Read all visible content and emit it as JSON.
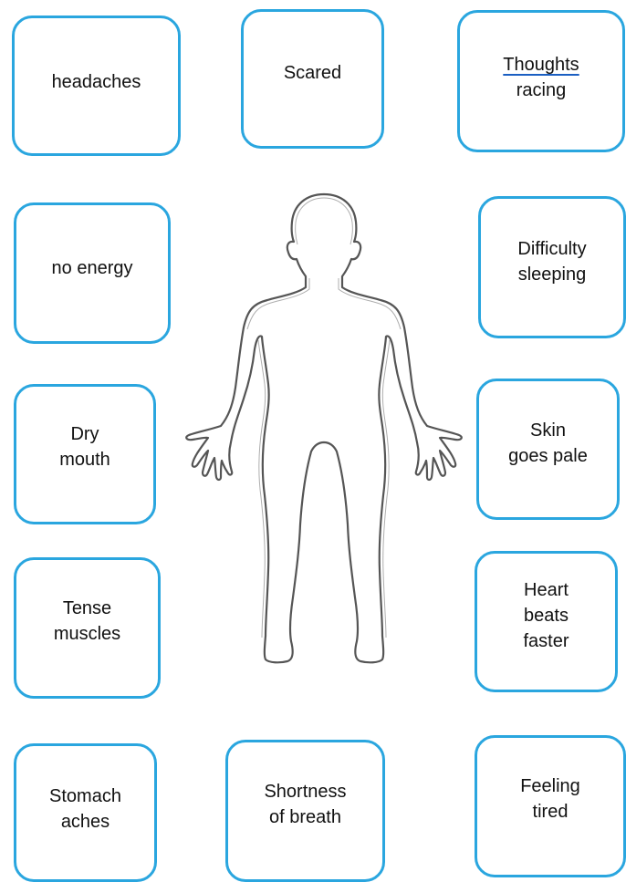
{
  "symptoms": {
    "headaches": {
      "lines": [
        "headaches"
      ]
    },
    "scared": {
      "lines": [
        "Scared"
      ]
    },
    "thoughts_racing": {
      "lines": [
        "Thoughts",
        "racing"
      ]
    },
    "no_energy": {
      "lines": [
        "no energy"
      ]
    },
    "difficulty_sleeping": {
      "lines": [
        "Difficulty",
        "sleeping"
      ]
    },
    "dry_mouth": {
      "lines": [
        "Dry",
        "mouth"
      ]
    },
    "skin_goes_pale": {
      "lines": [
        "Skin",
        "goes pale"
      ]
    },
    "tense_muscles": {
      "lines": [
        "Tense",
        "muscles"
      ]
    },
    "heart_beats_faster": {
      "lines": [
        "Heart",
        "beats",
        "faster"
      ]
    },
    "stomach_aches": {
      "lines": [
        "Stomach",
        "aches"
      ]
    },
    "shortness_of_breath": {
      "lines": [
        "Shortness",
        "of breath"
      ]
    },
    "feeling_tired": {
      "lines": [
        "Feeling",
        "tired"
      ]
    }
  },
  "colors": {
    "card_border": "#2aa6df",
    "text": "#111111",
    "figure_outline": "#555555",
    "spellcheck_underline": "#1b5fc2"
  },
  "icons": {
    "figure": "human-body-outline-icon"
  }
}
